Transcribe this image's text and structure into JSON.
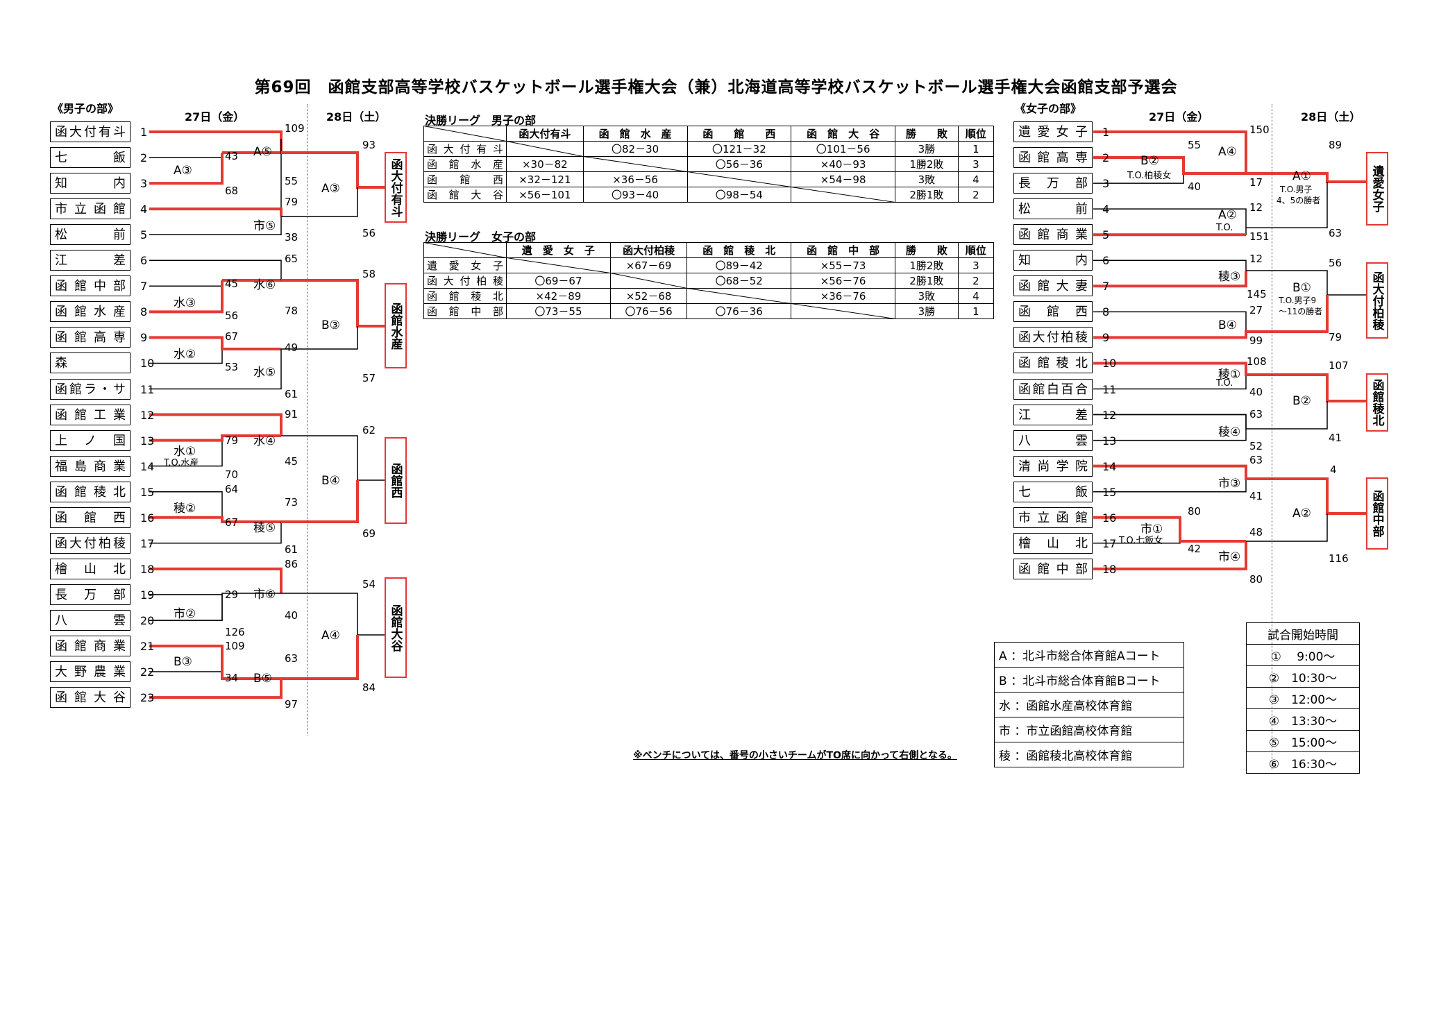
{
  "title": "第69回　函館支部高等学校バスケットボール選手権大会（兼）北海道高等学校バスケットボール選手権大会函館支部予選会",
  "boys": {
    "section": "《男子の部》",
    "day1": "27日（金）",
    "day2": "28日（土）",
    "teams": [
      {
        "n": "1",
        "name": "函大付有斗"
      },
      {
        "n": "2",
        "name": "七　飯"
      },
      {
        "n": "3",
        "name": "知　内"
      },
      {
        "n": "4",
        "name": "市立函館"
      },
      {
        "n": "5",
        "name": "松　前"
      },
      {
        "n": "6",
        "name": "江　差"
      },
      {
        "n": "7",
        "name": "函館中部"
      },
      {
        "n": "8",
        "name": "函館水産"
      },
      {
        "n": "9",
        "name": "函館高専"
      },
      {
        "n": "10",
        "name": "森"
      },
      {
        "n": "11",
        "name": "函館ラ・サール"
      },
      {
        "n": "12",
        "name": "函館工業"
      },
      {
        "n": "13",
        "name": "上　ノ　国"
      },
      {
        "n": "14",
        "name": "福島商業"
      },
      {
        "n": "15",
        "name": "函館稜北"
      },
      {
        "n": "16",
        "name": "函　館　西"
      },
      {
        "n": "17",
        "name": "函大付柏稜"
      },
      {
        "n": "18",
        "name": "檜　山　北"
      },
      {
        "n": "19",
        "name": "長　万　部"
      },
      {
        "n": "20",
        "name": "八　雲"
      },
      {
        "n": "21",
        "name": "函館商業"
      },
      {
        "n": "22",
        "name": "大野農業"
      },
      {
        "n": "23",
        "name": "函館大谷"
      }
    ],
    "winners": [
      "函大付有斗",
      "函館水産",
      "函館西",
      "函館大谷"
    ]
  },
  "girls": {
    "section": "《女子の部》",
    "day1": "27日（金）",
    "day2": "28日（土）",
    "teams": [
      {
        "n": "1",
        "name": "遺愛女子"
      },
      {
        "n": "2",
        "name": "函館高専"
      },
      {
        "n": "3",
        "name": "長　万　部"
      },
      {
        "n": "4",
        "name": "松　前"
      },
      {
        "n": "5",
        "name": "函館商業"
      },
      {
        "n": "6",
        "name": "知　内"
      },
      {
        "n": "7",
        "name": "函館大妻"
      },
      {
        "n": "8",
        "name": "函　館　西"
      },
      {
        "n": "9",
        "name": "函大付柏稜"
      },
      {
        "n": "10",
        "name": "函館稜北"
      },
      {
        "n": "11",
        "name": "函館白百合"
      },
      {
        "n": "12",
        "name": "江　差"
      },
      {
        "n": "13",
        "name": "八　雲"
      },
      {
        "n": "14",
        "name": "清尚学院"
      },
      {
        "n": "15",
        "name": "七　飯"
      },
      {
        "n": "16",
        "name": "市立函館"
      },
      {
        "n": "17",
        "name": "檜　山　北"
      },
      {
        "n": "18",
        "name": "函館中部"
      }
    ],
    "winners": [
      "遺愛女子",
      "函大付柏稜",
      "函館稜北",
      "函館中部"
    ]
  },
  "league_boys": {
    "title": "決勝リーグ　男子の部",
    "header": [
      "",
      "函大付有斗",
      "函　館　水　産",
      "函　　館　　西",
      "函　館　大　谷",
      "勝　　敗",
      "順位"
    ],
    "rows": [
      [
        "函大付有斗",
        "",
        "〇82－30",
        "〇121－32",
        "〇101－56",
        "3勝",
        "1"
      ],
      [
        "函　館　水　産",
        "×30－82",
        "",
        "〇56－36",
        "×40－93",
        "1勝2敗",
        "3"
      ],
      [
        "函　　館　　西",
        "×32－121",
        "×36－56",
        "",
        "×54－98",
        "3敗",
        "4"
      ],
      [
        "函　館　大　谷",
        "×56－101",
        "〇93－40",
        "〇98－54",
        "",
        "2勝1敗",
        "2"
      ]
    ]
  },
  "league_girls": {
    "title": "決勝リーグ　女子の部",
    "header": [
      "",
      "遺　愛　女　子",
      "函大付柏稜",
      "函　館　稜　北",
      "函　館　中　部",
      "勝　　敗",
      "順位"
    ],
    "rows": [
      [
        "遺　愛　女　子",
        "",
        "×67－69",
        "〇89－42",
        "×55－73",
        "1勝2敗",
        "3"
      ],
      [
        "函大付柏稜",
        "〇69－67",
        "",
        "〇68－52",
        "×56－76",
        "2勝1敗",
        "2"
      ],
      [
        "函　館　稜　北",
        "×42－89",
        "×52－68",
        "",
        "×36－76",
        "3敗",
        "4"
      ],
      [
        "函　館　中　部",
        "〇73－55",
        "〇76－56",
        "〇76－36",
        "",
        "3勝",
        "1"
      ]
    ]
  },
  "venues": [
    "A ：北斗市総合体育館Aコート",
    "B ：北斗市総合体育館Bコート",
    "水 ：函館水産高校体育館",
    "市 ：市立函館高校体育館",
    "稜 ：函館稜北高校体育館"
  ],
  "times": {
    "title": "試合開始時間",
    "rows": [
      "①　 9:00～",
      "②　10:30～",
      "③　12:00～",
      "④　13:30～",
      "⑤　15:00～",
      "⑥　16:30～"
    ]
  },
  "note": "※ベンチについては、番号の小さいチームがTO席に向かって右側となる。",
  "colors": {
    "win": "#e53935",
    "line": "#000000"
  },
  "labels": [
    {
      "t": "109"
    },
    {
      "t": "55"
    },
    {
      "t": "43"
    },
    {
      "t": "68"
    },
    {
      "t": "79"
    },
    {
      "t": "38"
    },
    {
      "t": "93"
    },
    {
      "t": "56"
    },
    {
      "t": "65"
    },
    {
      "t": "78"
    },
    {
      "t": "45"
    },
    {
      "t": "56"
    },
    {
      "t": "67"
    },
    {
      "t": "53"
    },
    {
      "t": "49"
    },
    {
      "t": "61"
    },
    {
      "t": "58"
    },
    {
      "t": "57"
    },
    {
      "t": "91"
    },
    {
      "t": "45"
    },
    {
      "t": "79"
    },
    {
      "t": "70"
    },
    {
      "t": "64"
    },
    {
      "t": "67"
    },
    {
      "t": "73"
    },
    {
      "t": "61"
    },
    {
      "t": "62"
    },
    {
      "t": "69"
    },
    {
      "t": "86"
    },
    {
      "t": "40"
    },
    {
      "t": "29"
    },
    {
      "t": "126"
    },
    {
      "t": "109"
    },
    {
      "t": "34"
    },
    {
      "t": "63"
    },
    {
      "t": "97"
    },
    {
      "t": "54"
    },
    {
      "t": "84"
    },
    {
      "t": "150"
    },
    {
      "t": "17"
    },
    {
      "t": "55"
    },
    {
      "t": "40"
    },
    {
      "t": "12"
    },
    {
      "t": "151"
    },
    {
      "t": "89"
    },
    {
      "t": "63"
    },
    {
      "t": "12"
    },
    {
      "t": "145"
    },
    {
      "t": "27"
    },
    {
      "t": "99"
    },
    {
      "t": "56"
    },
    {
      "t": "79"
    },
    {
      "t": "108"
    },
    {
      "t": "40"
    },
    {
      "t": "63"
    },
    {
      "t": "52"
    },
    {
      "t": "107"
    },
    {
      "t": "41"
    },
    {
      "t": "63"
    },
    {
      "t": "41"
    },
    {
      "t": "80"
    },
    {
      "t": "42"
    },
    {
      "t": "48"
    },
    {
      "t": "80"
    },
    {
      "t": "4"
    },
    {
      "t": "116"
    }
  ],
  "codes": [
    {
      "t": "A⑤"
    },
    {
      "t": "A③"
    },
    {
      "t": "市⑤"
    },
    {
      "t": "A③"
    },
    {
      "t": "水⑥"
    },
    {
      "t": "水③"
    },
    {
      "t": "水②"
    },
    {
      "t": "水⑤"
    },
    {
      "t": "B③"
    },
    {
      "t": "水④"
    },
    {
      "t": "水①"
    },
    {
      "t": "稜②"
    },
    {
      "t": "稜⑤"
    },
    {
      "t": "B④"
    },
    {
      "t": "市⑥"
    },
    {
      "t": "市②"
    },
    {
      "t": "B③"
    },
    {
      "t": "B⑤"
    },
    {
      "t": "A④"
    },
    {
      "t": "A④"
    },
    {
      "t": "B②"
    },
    {
      "t": "A②"
    },
    {
      "t": "A①"
    },
    {
      "t": "稜③"
    },
    {
      "t": "B④"
    },
    {
      "t": "B①"
    },
    {
      "t": "稜①"
    },
    {
      "t": "稜④"
    },
    {
      "t": "B②"
    },
    {
      "t": "市③"
    },
    {
      "t": "市①"
    },
    {
      "t": "市④"
    },
    {
      "t": "A②"
    }
  ],
  "subcodes": [
    {
      "t": "T.O.水産"
    },
    {
      "t": "T.O.柏稜女"
    },
    {
      "t": "T.O."
    },
    {
      "t": "T.O.男子"
    },
    {
      "t": "4、5の勝者"
    },
    {
      "t": "T.O.男子9"
    },
    {
      "t": "～11の勝者"
    },
    {
      "t": "T.O."
    },
    {
      "t": "T.O.七飯女"
    }
  ]
}
